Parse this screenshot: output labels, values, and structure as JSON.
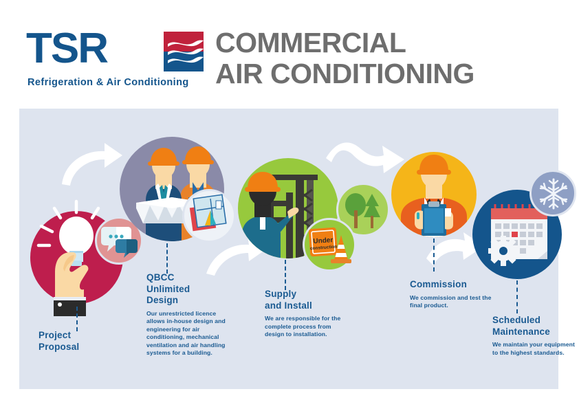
{
  "brand": {
    "logo_text": "TSR",
    "logo_tagline": "Refrigeration & Air Conditioning",
    "logo_mark_name": "tsr-wave-mark",
    "colors": {
      "blue": "#14558c",
      "red": "#c0223c"
    }
  },
  "header": {
    "title_line1": "COMMERCIAL",
    "title_line2": "AIR CONDITIONING",
    "title_color": "#6e6e6e"
  },
  "panel": {
    "background": "#dee4ef"
  },
  "steps": [
    {
      "id": "project-proposal",
      "heading_line1": "Project",
      "heading_line2": "Proposal",
      "body": "",
      "circle_color": "#be1e4d",
      "sub_circle_color": "#e09393",
      "icon": "hand-lightbulb-icon",
      "sub_icon": "chat-bubbles-icon"
    },
    {
      "id": "qbcc-unlimited-design",
      "heading_line1": "QBCC",
      "heading_line2": "Unlimited",
      "heading_line3": "Design",
      "body": "Our unrestricted licence allows in-house design and engineering for air conditioning, mechanical ventilation and air handling systems for a building.",
      "circle_color": "#8a8aa8",
      "sub_circle_color": "#eef2f7",
      "icon": "two-engineers-blueprint-icon",
      "sub_icon": "blueprint-drafting-icon"
    },
    {
      "id": "supply-and-install",
      "heading_line1": "Supply",
      "heading_line2": "and Install",
      "body": "We are responsible for the complete process from design to installation.",
      "circle_color": "#97c93d",
      "sub_circle_color": "#97c93d",
      "sub_circle_color_2": "#b5d66e",
      "icon": "worker-crane-icon",
      "sub_icon": "under-construction-sign-icon",
      "sub_icon_2": "trees-icon",
      "sign_text_line1": "Under",
      "sign_text_line2": "construction"
    },
    {
      "id": "commission",
      "heading_line1": "Commission",
      "body": "We commission and test the final product.",
      "circle_color": "#f5b519",
      "icon": "inspector-clipboard-icon"
    },
    {
      "id": "scheduled-maintenance",
      "heading_line1": "Scheduled",
      "heading_line2": "Maintenance",
      "body": "We maintain your equipment to the highest standards.",
      "circle_color": "#14558c",
      "sub_circle_color": "#8e9fc4",
      "icon": "calendar-gear-icon",
      "sub_icon": "snowflake-icon"
    }
  ],
  "connectors": [
    {
      "name": "arrow-proposal-to-design"
    },
    {
      "name": "arrow-design-to-supply"
    },
    {
      "name": "arrow-supply-to-commission"
    },
    {
      "name": "arrow-commission-to-maintenance"
    }
  ]
}
